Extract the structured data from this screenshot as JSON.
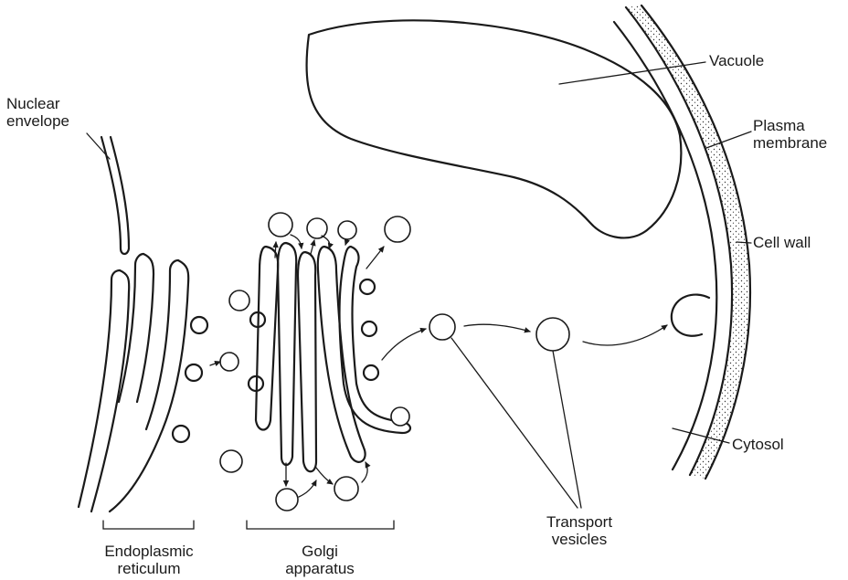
{
  "diagram": {
    "labels": {
      "nuclear_envelope": [
        "Nuclear",
        "envelope"
      ],
      "vacuole": "Vacuole",
      "plasma_membrane": [
        "Plasma",
        "membrane"
      ],
      "cell_wall": "Cell wall",
      "cytosol": "Cytosol",
      "transport_vesicles": [
        "Transport",
        "vesicles"
      ],
      "endoplasmic_reticulum": [
        "Endoplasmic",
        "reticulum"
      ],
      "golgi_apparatus": [
        "Golgi",
        "apparatus"
      ]
    }
  }
}
